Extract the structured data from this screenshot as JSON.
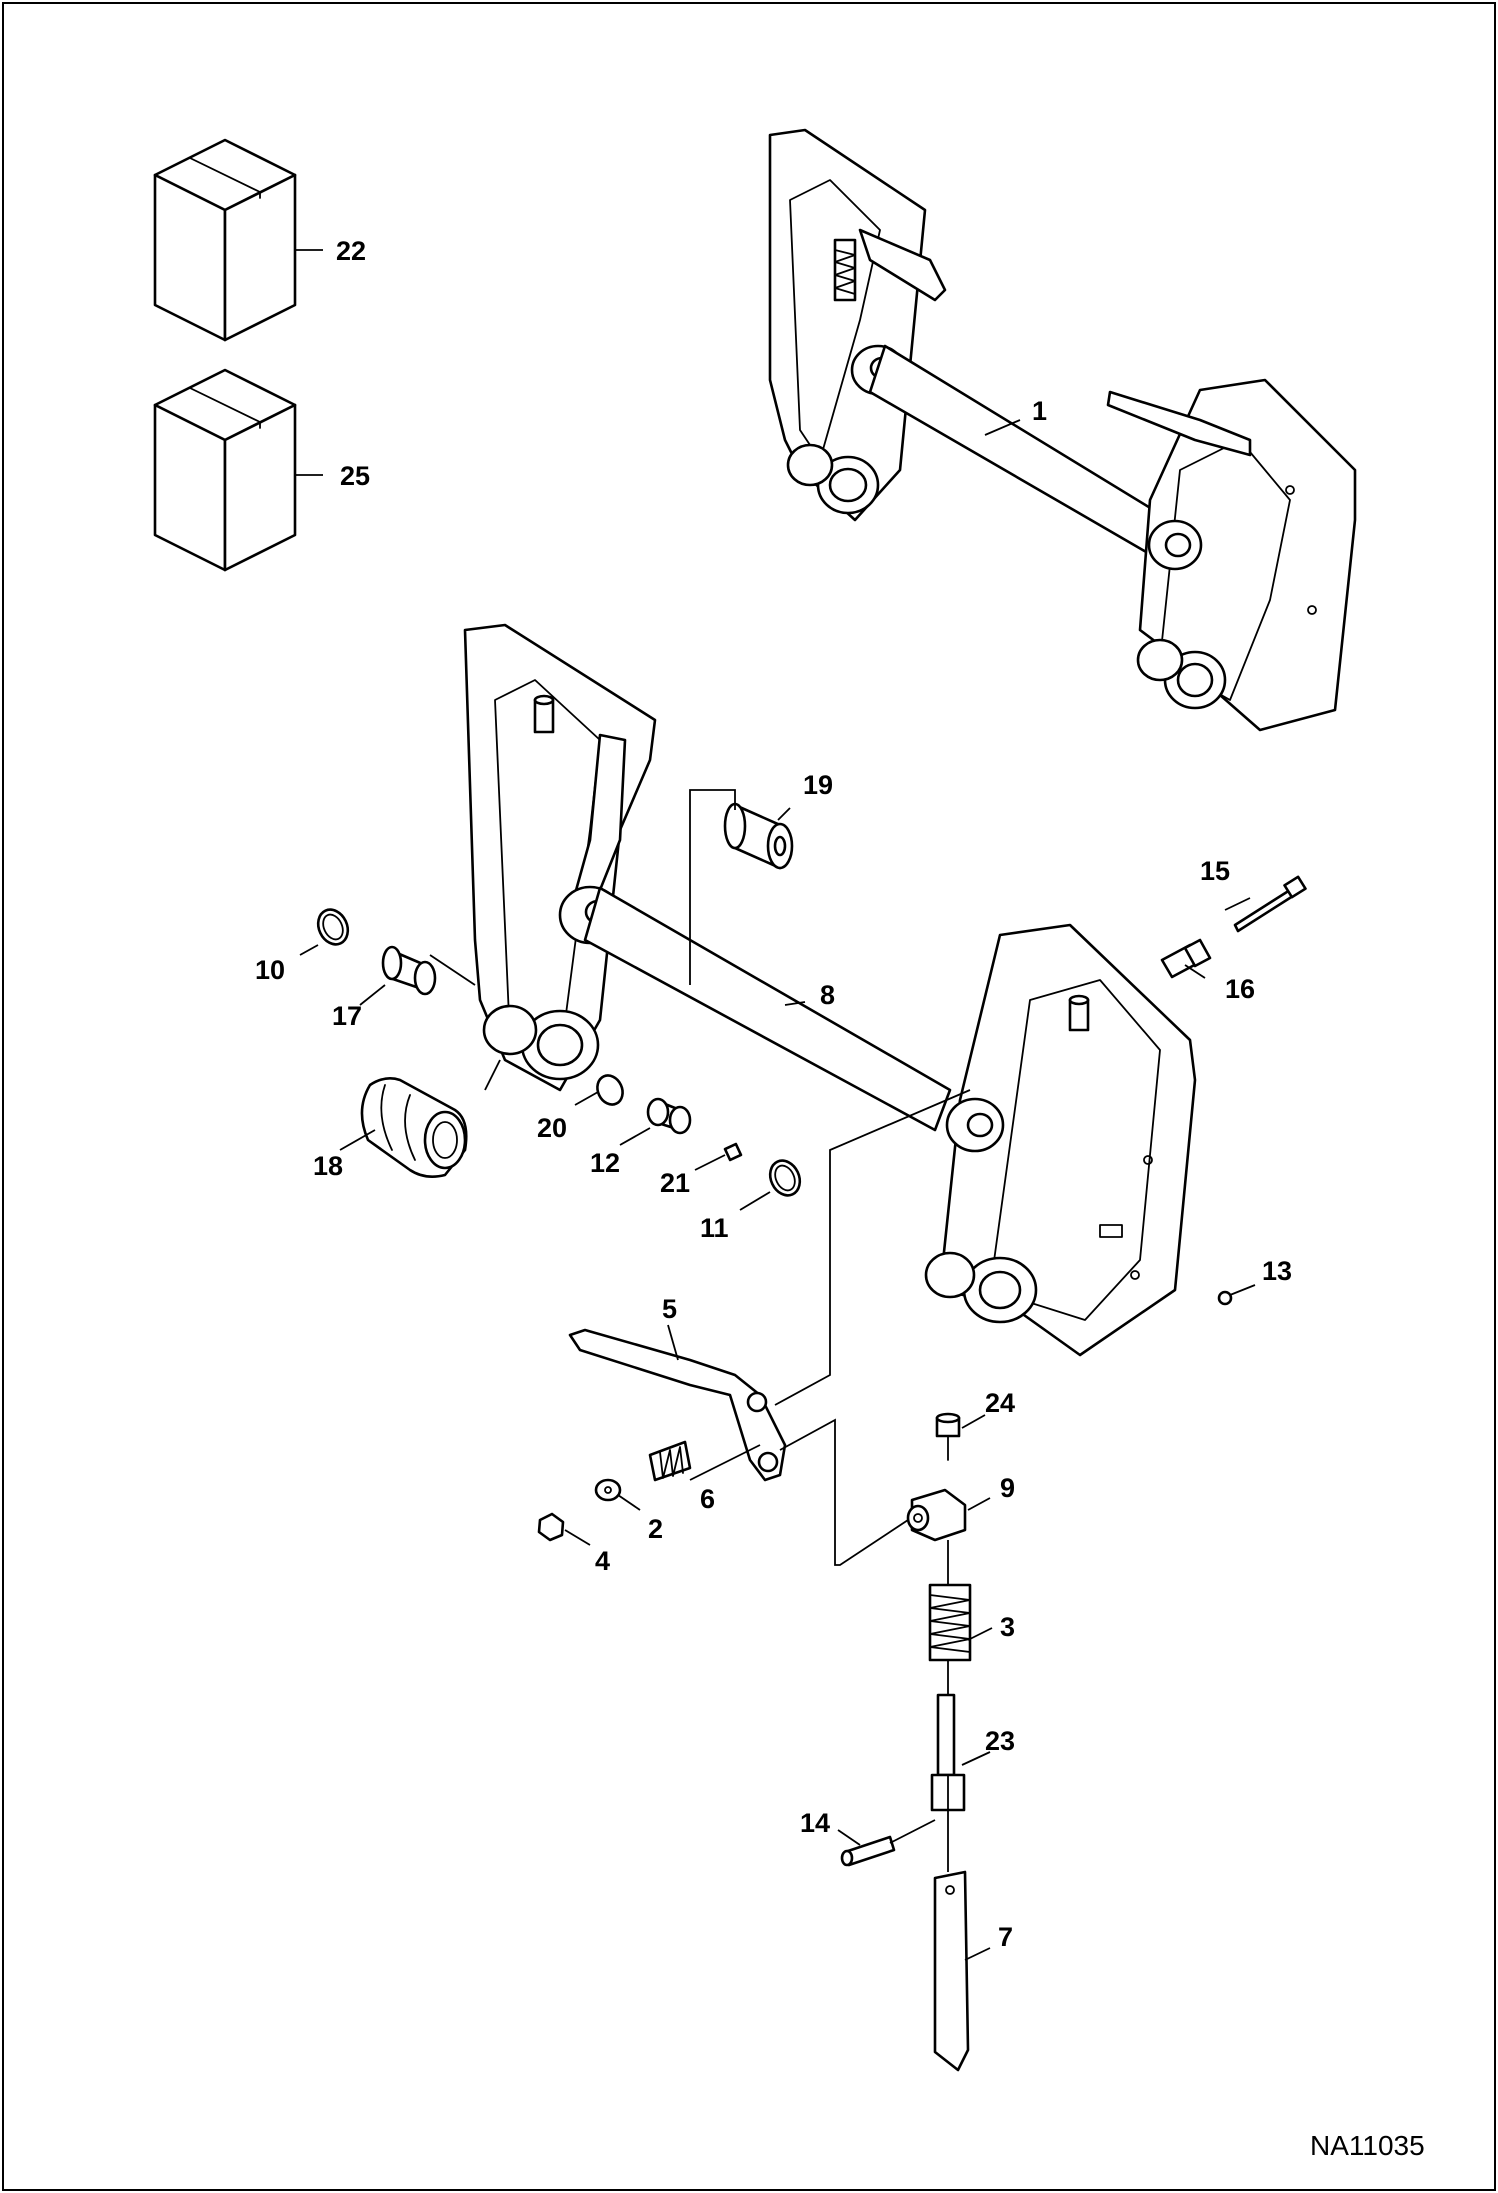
{
  "drawing_number": "NA11035",
  "callouts": [
    {
      "id": "c1",
      "label": "1"
    },
    {
      "id": "c2",
      "label": "2"
    },
    {
      "id": "c3",
      "label": "3"
    },
    {
      "id": "c4",
      "label": "4"
    },
    {
      "id": "c5",
      "label": "5"
    },
    {
      "id": "c6",
      "label": "6"
    },
    {
      "id": "c7",
      "label": "7"
    },
    {
      "id": "c8",
      "label": "8"
    },
    {
      "id": "c9",
      "label": "9"
    },
    {
      "id": "c10",
      "label": "10"
    },
    {
      "id": "c11",
      "label": "11"
    },
    {
      "id": "c12",
      "label": "12"
    },
    {
      "id": "c13",
      "label": "13"
    },
    {
      "id": "c14",
      "label": "14"
    },
    {
      "id": "c15",
      "label": "15"
    },
    {
      "id": "c16",
      "label": "16"
    },
    {
      "id": "c17",
      "label": "17"
    },
    {
      "id": "c18",
      "label": "18"
    },
    {
      "id": "c19",
      "label": "19"
    },
    {
      "id": "c20",
      "label": "20"
    },
    {
      "id": "c21",
      "label": "21"
    },
    {
      "id": "c22",
      "label": "22"
    },
    {
      "id": "c23",
      "label": "23"
    },
    {
      "id": "c24",
      "label": "24"
    },
    {
      "id": "c25",
      "label": "25"
    }
  ]
}
